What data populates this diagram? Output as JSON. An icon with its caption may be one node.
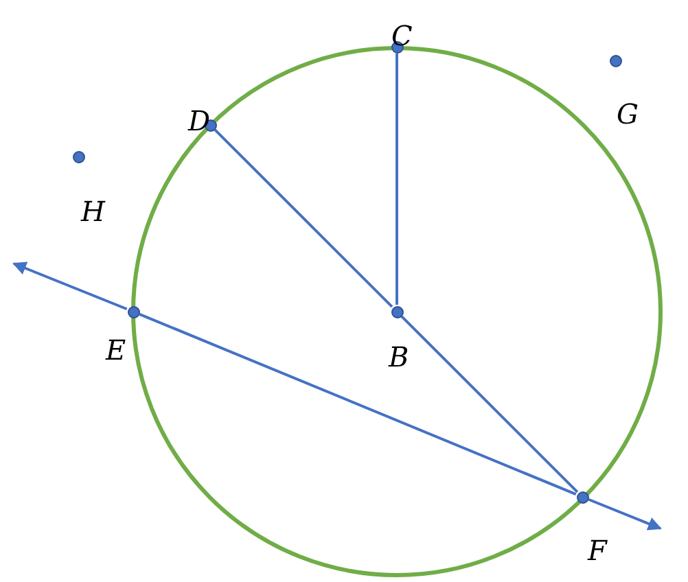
{
  "diagram": {
    "nodes": [
      {
        "text": [
          "C"
        ]
      },
      {
        "text": [
          "D"
        ]
      },
      {
        "text": [
          "G"
        ]
      },
      {
        "text": [
          "H"
        ]
      },
      {
        "text": [
          "E"
        ]
      },
      {
        "text": [
          "B"
        ]
      },
      {
        "text": [
          "F"
        ]
      }
    ],
    "edges": [
      {
        "from": 5,
        "to": 0,
        "arrow": "none"
      },
      {
        "from": 1,
        "to": 5,
        "arrow": "none"
      },
      {
        "from": 5,
        "to": 6,
        "arrow": "none"
      },
      {
        "from": 4,
        "to": 6,
        "arrow": "none"
      },
      {
        "from": 4,
        "to": null,
        "arrow": "to"
      },
      {
        "from": 6,
        "to": null,
        "arrow": "to"
      }
    ]
  }
}
